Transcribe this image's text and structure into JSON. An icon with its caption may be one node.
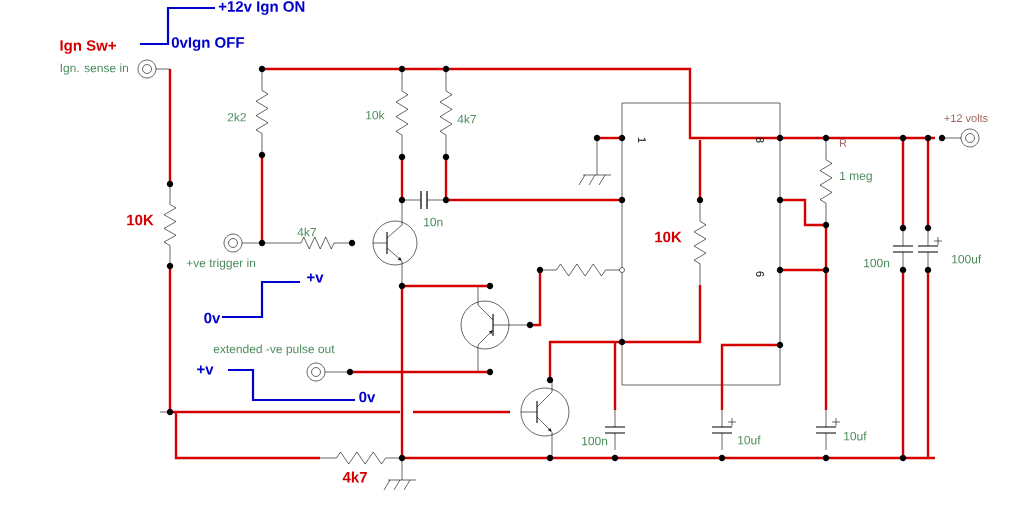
{
  "diagram": {
    "labels": [
      "+12v Ign ON",
      "Ign Sw+",
      "0vIgn OFF",
      "Ign. sense in",
      "2k2",
      "10k",
      "4k7",
      "1",
      "8",
      "R",
      "+12 volts",
      "10K",
      "10n",
      "10K",
      "1 meg",
      "4k7",
      "+ve trigger in",
      "+v",
      "100n",
      "100uf",
      "6",
      "0v",
      "extended -ve pulse out",
      "+v",
      "0v",
      "100n",
      "10uf",
      "10uf",
      "4k7"
    ]
  }
}
